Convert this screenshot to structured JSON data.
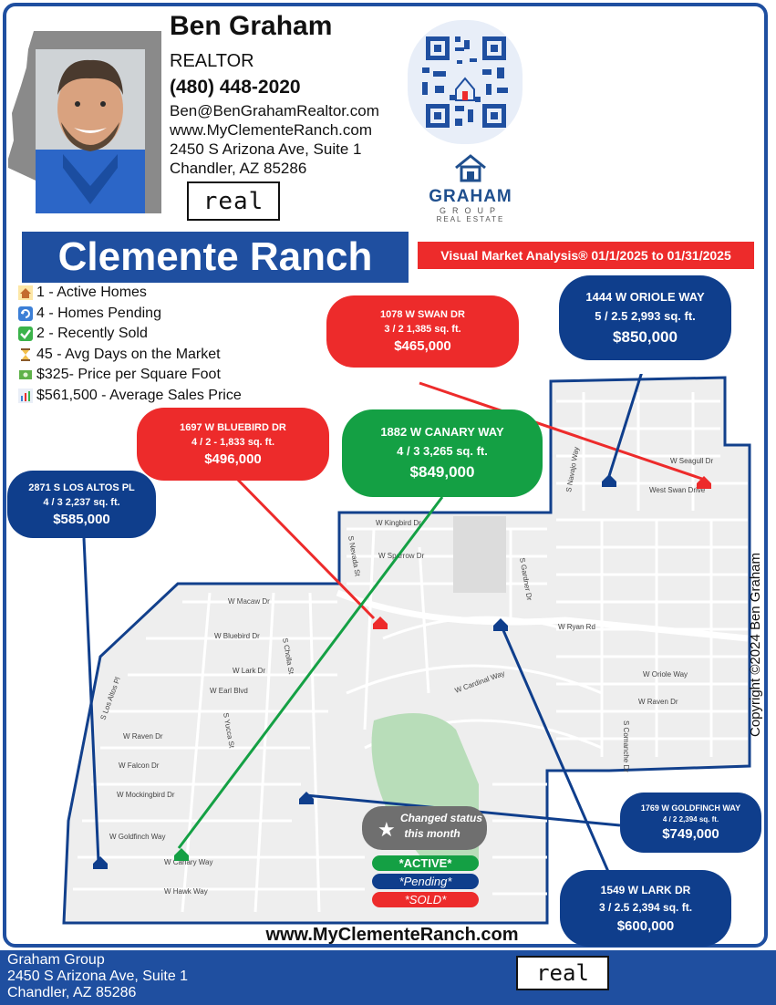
{
  "agent": {
    "name": "Ben Graham",
    "title": "REALTOR",
    "phone": "(480) 448-2020",
    "email": "Ben@BenGrahamRealtor.com",
    "website": "www.MyClementeRanch.com",
    "address_line1": "2450 S Arizona Ave, Suite 1",
    "address_line2": "Chandler, AZ 85286"
  },
  "brokerage_logo_text": "real",
  "brand": {
    "line1": "GRAHAM",
    "line2": "GROUP",
    "line3": "REAL ESTATE"
  },
  "header": {
    "title": "Clemente Ranch",
    "analysis": "Visual Market Analysis® 01/1/2025 to 01/31/2025"
  },
  "stats": [
    {
      "icon": "house-icon",
      "text": "1 - Active Homes"
    },
    {
      "icon": "refresh-icon",
      "text": "4 - Homes Pending"
    },
    {
      "icon": "check-icon",
      "text": "2 - Recently Sold"
    },
    {
      "icon": "hourglass-icon",
      "text": "45 - Avg Days on the Market"
    },
    {
      "icon": "money-icon",
      "text": "$325- Price per Square Foot"
    },
    {
      "icon": "chart-icon",
      "text": "$561,500 - Average Sales Price"
    }
  ],
  "listings": [
    {
      "address": "1078 W SWAN DR",
      "details": "3 / 2 1,385 sq. ft.",
      "price": "$465,000",
      "status": "sold"
    },
    {
      "address": "1444 W ORIOLE WAY",
      "details": "5 / 2.5 2,993 sq. ft.",
      "price": "$850,000",
      "status": "pending"
    },
    {
      "address": "1697 W BLUEBIRD DR",
      "details": "4 / 2 - 1,833 sq. ft.",
      "price": "$496,000",
      "status": "sold"
    },
    {
      "address": "1882 W CANARY WAY",
      "details": "4 / 3 3,265 sq. ft.",
      "price": "$849,000",
      "status": "active"
    },
    {
      "address": "2871 S LOS ALTOS PL",
      "details": "4 / 3 2,237 sq. ft.",
      "price": "$585,000",
      "status": "pending"
    },
    {
      "address": "1769 W GOLDFINCH WAY",
      "details": "4 / 2 2,394 sq. ft.",
      "price": "$749,000",
      "status": "pending"
    },
    {
      "address": "1549 W LARK DR",
      "details": "3 / 2.5 2,394 sq. ft.",
      "price": "$600,000",
      "status": "pending"
    }
  ],
  "map": {
    "streets": [
      "W Kingbird Dr",
      "W Sparrow Dr",
      "W Macaw Dr",
      "W Bluebird Dr",
      "W Lark Dr",
      "W Ryan Rd",
      "W Oriole Way",
      "W Earl Blvd",
      "W Raven Dr",
      "W Falcon Dr",
      "W Mockingbird Dr",
      "W Goldfinch Way",
      "W Canary Way",
      "W Hawk Way",
      "S Comanche Dr",
      "S Yucca St",
      "S Cholla St",
      "W Seagull Dr",
      "West Swan Drive",
      "S Navajo Way",
      "S Gardner Dr",
      "W Cardinal Way",
      "S Nevada St",
      "S Los Altos Pl",
      "W Raven Dr"
    ],
    "changed_status": "Changed status this month",
    "legend": {
      "active": "*ACTIVE*",
      "pending": "*Pending*",
      "sold": "*SOLD*"
    },
    "colors": {
      "active": "#14a044",
      "pending": "#0f3e8c",
      "sold": "#ed2b2b",
      "brand_blue": "#1f4fa0"
    }
  },
  "copyright": "Copyright ©2024 Ben Graham",
  "site_footer_url": "www.MyClementeRanch.com",
  "footer": {
    "line1": "Graham Group",
    "line2": "2450 S Arizona Ave, Suite 1",
    "line3": "Chandler, AZ 85286",
    "logo": "real"
  }
}
